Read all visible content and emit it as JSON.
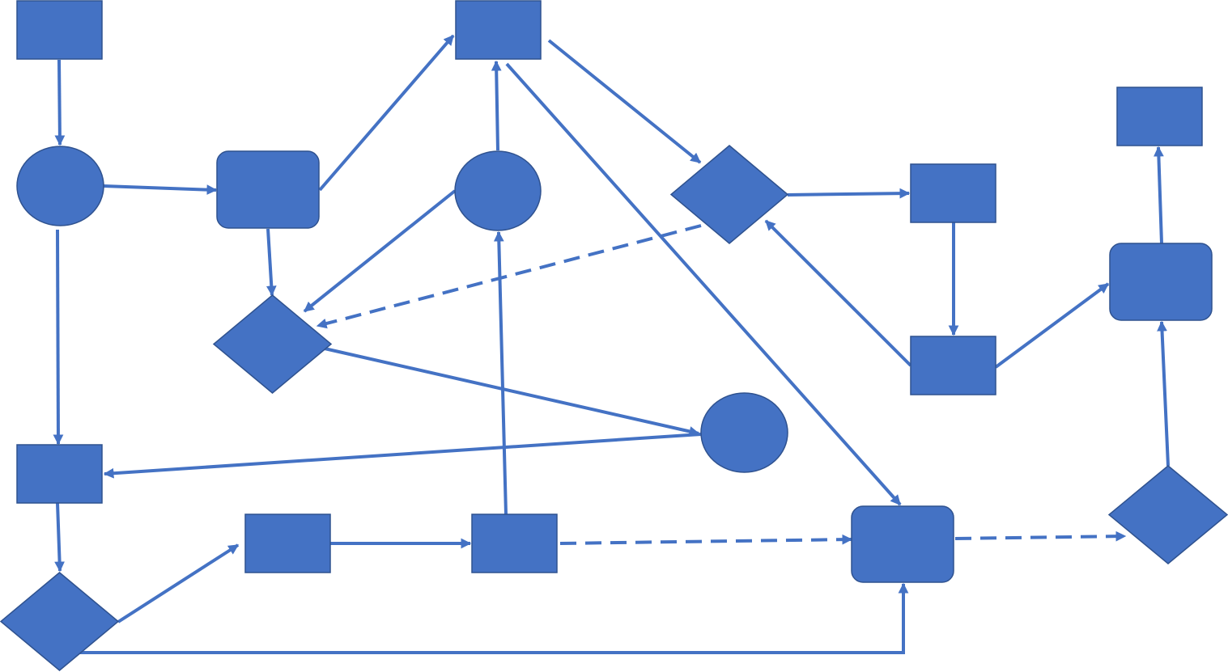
{
  "diagram": {
    "fill_color": "#4472C4",
    "stroke_color": "#2F528F",
    "edge_color": "#4472C4",
    "nodes": [
      {
        "id": "rect-top-left",
        "shape": "rect"
      },
      {
        "id": "rect-top-center",
        "shape": "rect"
      },
      {
        "id": "rect-top-right",
        "shape": "rect"
      },
      {
        "id": "circle-left",
        "shape": "ellipse"
      },
      {
        "id": "rounded-rect-upper-left",
        "shape": "rounded-rect"
      },
      {
        "id": "circle-upper-center",
        "shape": "ellipse"
      },
      {
        "id": "diamond-upper-center-right",
        "shape": "diamond"
      },
      {
        "id": "rect-upper-right",
        "shape": "rect"
      },
      {
        "id": "rounded-rect-right",
        "shape": "rounded-rect"
      },
      {
        "id": "diamond-middle-left",
        "shape": "diamond"
      },
      {
        "id": "rect-middle-right",
        "shape": "rect"
      },
      {
        "id": "circle-middle-right",
        "shape": "ellipse"
      },
      {
        "id": "rect-lower-left",
        "shape": "rect"
      },
      {
        "id": "rect-bottom-left",
        "shape": "rect"
      },
      {
        "id": "rect-bottom-center",
        "shape": "rect"
      },
      {
        "id": "rounded-rect-bottom-right",
        "shape": "rounded-rect"
      },
      {
        "id": "diamond-bottom-right",
        "shape": "diamond"
      },
      {
        "id": "diamond-bottom-left",
        "shape": "diamond"
      }
    ],
    "edges": [
      {
        "from": "rect-top-left",
        "to": "circle-left",
        "style": "solid"
      },
      {
        "from": "circle-left",
        "to": "rounded-rect-upper-left",
        "style": "solid"
      },
      {
        "from": "circle-left",
        "to": "rect-lower-left",
        "style": "solid"
      },
      {
        "from": "rounded-rect-upper-left",
        "to": "rect-top-center",
        "style": "solid"
      },
      {
        "from": "rounded-rect-upper-left",
        "to": "diamond-middle-left",
        "style": "solid"
      },
      {
        "from": "circle-upper-center",
        "to": "rect-top-center",
        "style": "solid"
      },
      {
        "from": "circle-upper-center",
        "to": "diamond-middle-left",
        "style": "solid"
      },
      {
        "from": "rect-top-center",
        "to": "diamond-upper-center-right",
        "style": "solid"
      },
      {
        "from": "rect-top-center",
        "to": "rounded-rect-bottom-right",
        "style": "solid"
      },
      {
        "from": "diamond-upper-center-right",
        "to": "rect-upper-right",
        "style": "solid"
      },
      {
        "from": "diamond-upper-center-right",
        "to": "diamond-middle-left",
        "style": "dashed"
      },
      {
        "from": "rect-upper-right",
        "to": "rect-middle-right",
        "style": "solid"
      },
      {
        "from": "rect-middle-right",
        "to": "diamond-upper-center-right",
        "style": "solid"
      },
      {
        "from": "rect-middle-right",
        "to": "rounded-rect-right",
        "style": "solid"
      },
      {
        "from": "rounded-rect-right",
        "to": "rect-top-right",
        "style": "solid"
      },
      {
        "from": "diamond-bottom-right",
        "to": "rounded-rect-right",
        "style": "solid"
      },
      {
        "from": "diamond-middle-left",
        "to": "circle-middle-right",
        "style": "solid"
      },
      {
        "from": "circle-middle-right",
        "to": "rect-lower-left",
        "style": "solid"
      },
      {
        "from": "rect-lower-left",
        "to": "diamond-bottom-left",
        "style": "solid"
      },
      {
        "from": "diamond-bottom-left",
        "to": "rect-bottom-left",
        "style": "solid"
      },
      {
        "from": "diamond-bottom-left",
        "to": "rounded-rect-bottom-right",
        "style": "solid"
      },
      {
        "from": "rect-bottom-left",
        "to": "rect-bottom-center",
        "style": "solid"
      },
      {
        "from": "rect-bottom-center",
        "to": "circle-upper-center",
        "style": "solid"
      },
      {
        "from": "rect-bottom-center",
        "to": "rounded-rect-bottom-right",
        "style": "dashed"
      },
      {
        "from": "rounded-rect-bottom-right",
        "to": "diamond-bottom-right",
        "style": "dashed"
      }
    ]
  }
}
